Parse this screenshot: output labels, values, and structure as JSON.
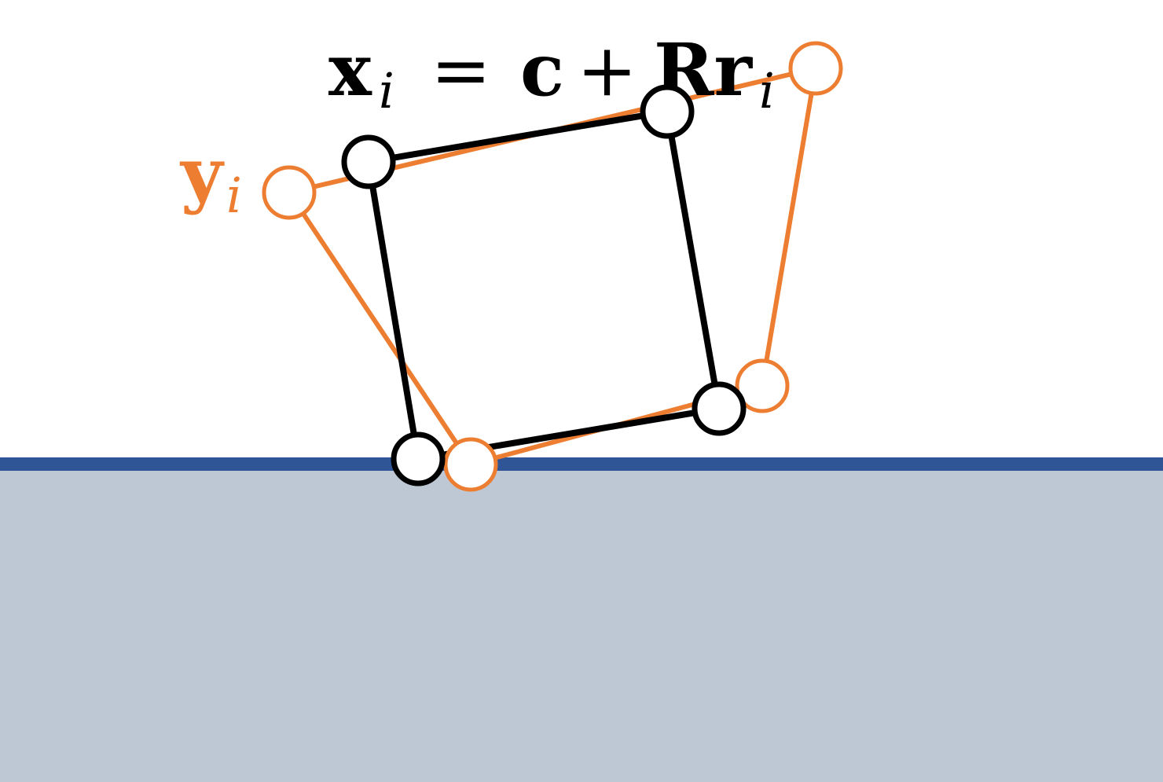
{
  "equation": {
    "lhs_symbol": "x",
    "lhs_subscript": "i",
    "equals": "=",
    "c_symbol": "c",
    "plus": "+",
    "rhs_symbols": "Rr",
    "rhs_subscript": "i"
  },
  "target_label": {
    "symbol": "y",
    "subscript": "i"
  },
  "colors": {
    "shape_matched": "#000000",
    "target_points": "#ed7d31",
    "ground_line": "#2f5597",
    "ground_fill": "#bec8d4",
    "background": "#ffffff"
  },
  "shape_matched_node_count": 4,
  "target_node_count": 4
}
